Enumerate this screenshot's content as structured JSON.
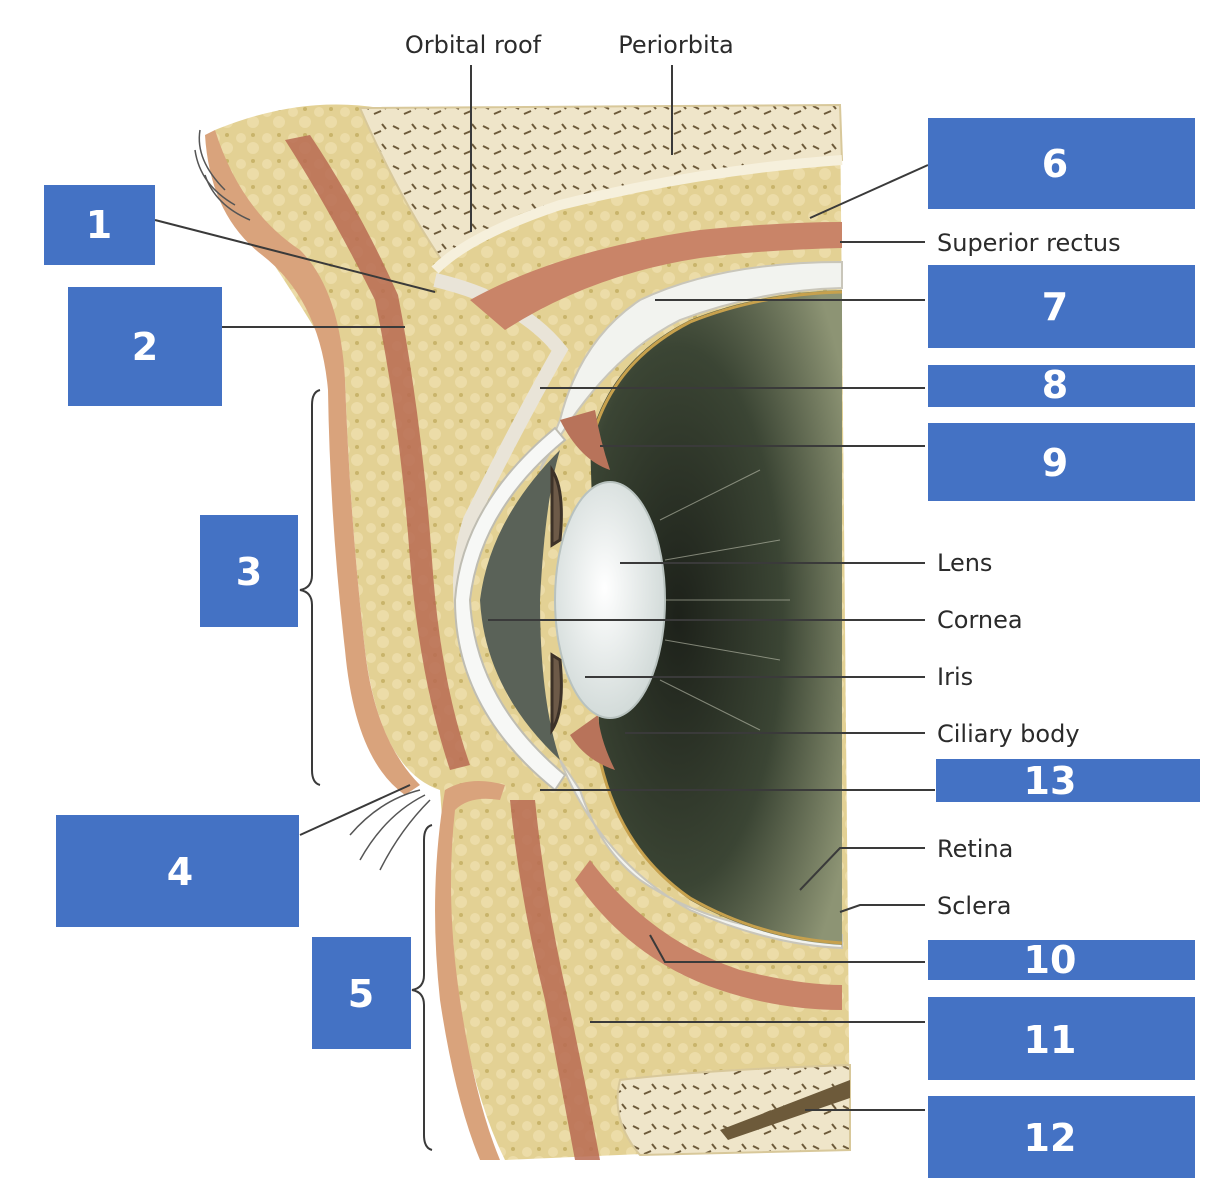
{
  "labels": {
    "orbital_roof": "Orbital roof",
    "periorbita": "Periorbita",
    "superior_rectus": "Superior rectus",
    "lens": "Lens",
    "cornea": "Cornea",
    "iris": "Iris",
    "ciliary_body": "Ciliary body",
    "retina": "Retina",
    "sclera": "Sclera"
  },
  "blanks": [
    "1",
    "2",
    "3",
    "4",
    "5",
    "6",
    "7",
    "8",
    "9",
    "10",
    "11",
    "12",
    "13"
  ],
  "colors": {
    "box": "#4472c4",
    "box_text": "#ffffff",
    "bone": "#f0e6c8",
    "fat": "#e6d49a",
    "muscle": "#b8735a",
    "skin": "#d9a37c",
    "vitreous": "#3d4637",
    "lens": "#e9efee"
  }
}
